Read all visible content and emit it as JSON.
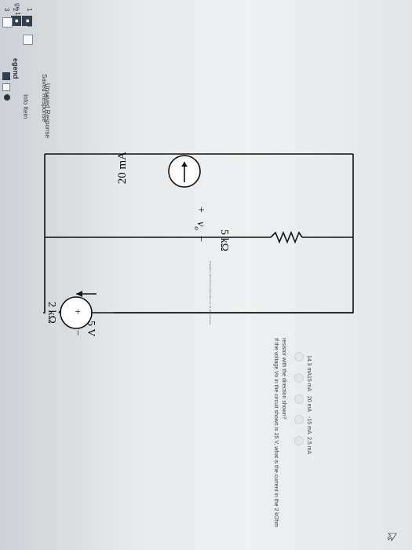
{
  "nav": {
    "page_label": "ge 1:",
    "numbers": [
      "1",
      "2",
      "3",
      "4"
    ]
  },
  "legend": {
    "title": "egend",
    "saved": "Saved Response",
    "unsaved": "Unsaved Response",
    "info": "Info Item"
  },
  "circuit": {
    "source_current": "20 mA",
    "resistor_5k": "5 kΩ",
    "resistor_2k": "2 kΩ",
    "voltage_source": "5 V",
    "vo_label": "v",
    "vo_sub": "o",
    "plus": "+",
    "minus": "−",
    "copyright": "Copyright © 2012 Pearson Education, Inc. All rights reserved."
  },
  "question": {
    "line1": "If the voltage Vo in the circuit shown is 25 V, what is the current in the 2 kOhm",
    "line2": "resistor with the direction shown?"
  },
  "options": [
    "14.3 mA",
    "15 mA",
    "20 mA",
    "-15 mA",
    "2.5 mA"
  ]
}
